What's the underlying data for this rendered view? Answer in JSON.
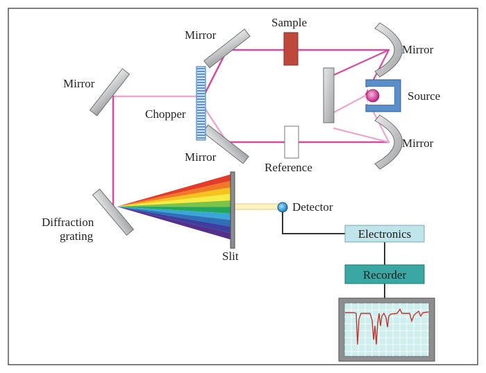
{
  "labels": {
    "mirror_top": "Mirror",
    "sample": "Sample",
    "mirror_right_top": "Mirror",
    "mirror_left": "Mirror",
    "source": "Source",
    "chopper": "Chopper",
    "mirror_bottom": "Mirror",
    "mirror_right_bottom": "Mirror",
    "reference": "Reference",
    "detector": "Detector",
    "diffraction_line1": "Diffraction",
    "diffraction_line2": "grating",
    "electronics": "Electronics",
    "slit": "Slit",
    "recorder": "Recorder"
  },
  "colors": {
    "beam": "#d64aa0",
    "beam_light": "#e9a6cf",
    "mirror": "#c7c8ca",
    "sample": "#c0473b",
    "electronics_box": "#bfe4ea",
    "recorder_box": "#3aa7a3",
    "screen": "#cfeeee",
    "trace": "#c0352f"
  },
  "spectrum_colors": [
    "#e43b2b",
    "#f07a24",
    "#f6c21e",
    "#f7ec45",
    "#7cc348",
    "#23a65a",
    "#3aa6d8",
    "#2e6fb8",
    "#3d3f9e",
    "#55308a"
  ]
}
